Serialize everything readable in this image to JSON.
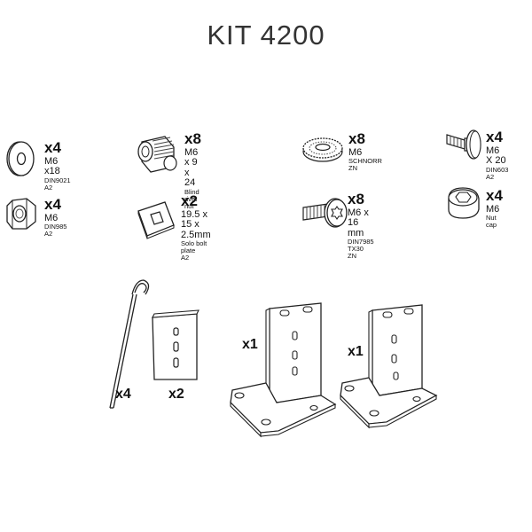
{
  "title": "KIT 4200",
  "parts": {
    "washer": {
      "qty": "x4",
      "spec": "M6 x18",
      "line1": "DIN9021",
      "line2": "A2"
    },
    "nut": {
      "qty": "x4",
      "spec": "M6",
      "line1": "DIN985",
      "line2": "A2"
    },
    "rivet_nut": {
      "qty": "x8",
      "spec": "M6 x 9 x 24",
      "line1": "Blind rivet nut"
    },
    "bolt_plate": {
      "qty": "x2",
      "spec": "19.5 x 15 x 2.5mm",
      "line1": "Solo bolt plate",
      "line2": "A2"
    },
    "schnorr": {
      "qty": "x8",
      "spec": "M6",
      "line1": "SCHNORR",
      "line2": "ZN"
    },
    "torx_screw": {
      "qty": "x8",
      "spec": "M6 x 16 mm",
      "line1": "DIN7985 TX30",
      "line2": "ZN"
    },
    "carriage": {
      "qty": "x4",
      "spec": "M6 X 20",
      "line1": "DIN603",
      "line2": "A2"
    },
    "nut_cap": {
      "qty": "x4",
      "spec": "M6",
      "line1": "Nut cap"
    },
    "hook": {
      "qty": "x4"
    },
    "plate": {
      "qty": "x2"
    },
    "bracket_l": {
      "qty": "x1"
    },
    "bracket_r": {
      "qty": "x1"
    }
  }
}
